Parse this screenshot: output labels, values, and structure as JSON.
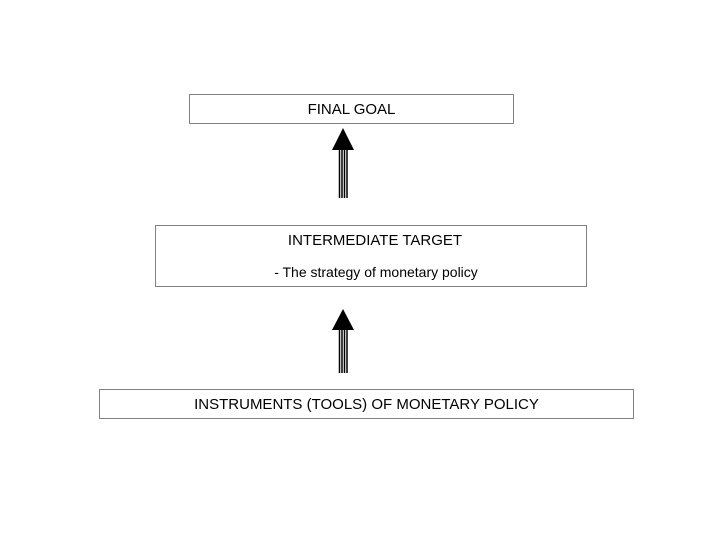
{
  "diagram": {
    "final_goal": "FINAL GOAL",
    "intermediate_target": {
      "title": "INTERMEDIATE TARGET",
      "subtitle": "- The strategy of monetary policy"
    },
    "instruments": "INSTRUMENTS (TOOLS) OF MONETARY POLICY",
    "colors": {
      "box_border": "#808080",
      "arrow": "#000000",
      "text": "#000000"
    }
  }
}
